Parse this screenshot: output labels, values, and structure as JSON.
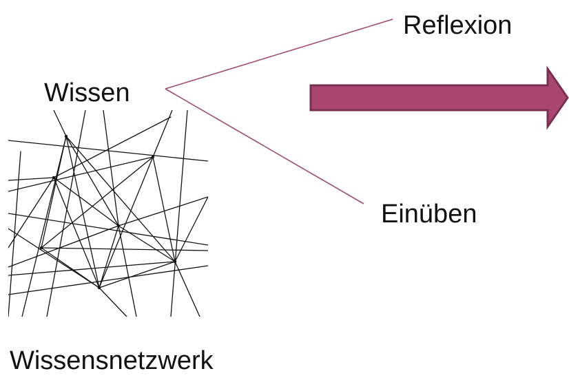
{
  "nodes": {
    "wissen": "Wissen",
    "reflexion": "Reflexion",
    "einueben": "Einüben",
    "network_caption": "Wissensnetzwerk"
  },
  "colors": {
    "connector": "#a04a6c",
    "arrow_fill": "#a8466f",
    "arrow_stroke": "#7a2f50",
    "network_lines": "#111111"
  },
  "icons": {
    "network": "knowledge-network-illustration",
    "arrow": "right-arrow"
  }
}
